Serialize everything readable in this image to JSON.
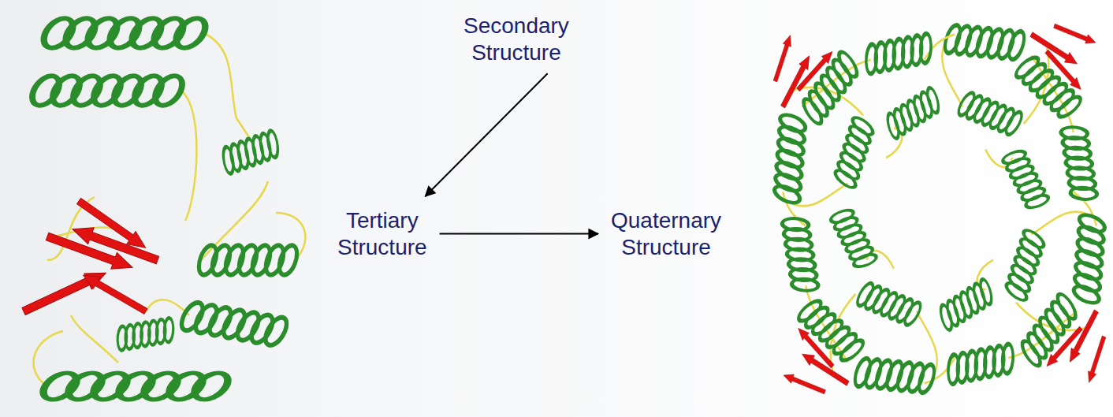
{
  "diagram": {
    "nodes": [
      {
        "text": [
          "Secondary Structure"
        ]
      },
      {
        "text": [
          "Tertiary Structure"
        ]
      },
      {
        "text": [
          "Quaternary Structure"
        ]
      }
    ],
    "edges": [
      {
        "from": 0,
        "to": 1,
        "arrow": "to"
      },
      {
        "from": 1,
        "to": 2,
        "arrow": "to"
      }
    ]
  }
}
